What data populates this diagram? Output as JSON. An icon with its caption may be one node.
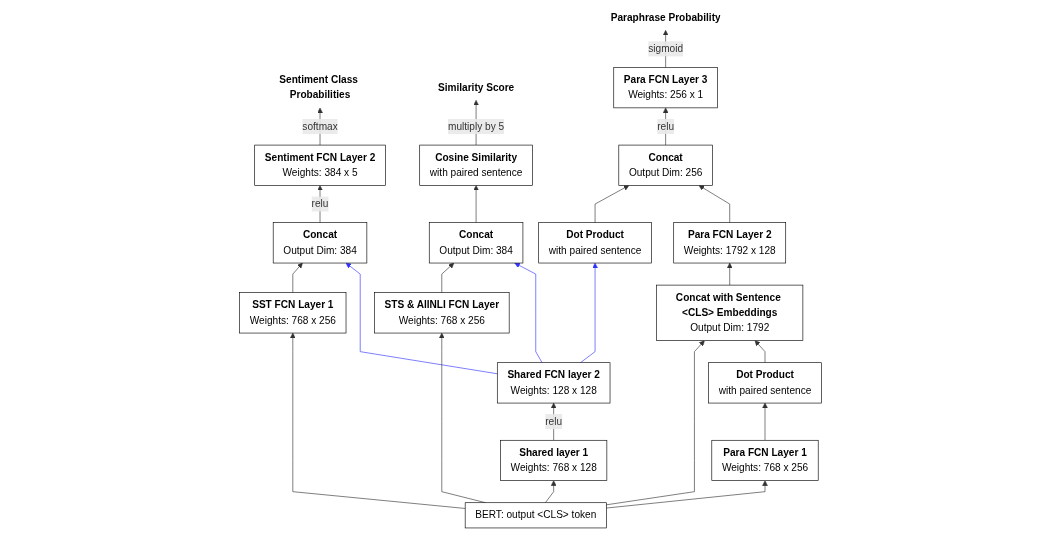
{
  "diagram": {
    "nodes": [
      {
        "text": [
          "Sentiment Class Probabilities"
        ]
      },
      {
        "text": [
          "Paraphrase Probability"
        ]
      },
      {
        "text": [
          "Similarity Score"
        ]
      },
      {
        "text": [
          "Para FCN Layer 3",
          "Weights: 256 x 1"
        ]
      },
      {
        "text": [
          "Sentiment FCN Layer 2",
          "Weights: 384 x 5"
        ]
      },
      {
        "text": [
          "Cosine Similarity",
          "with paired sentence"
        ]
      },
      {
        "text": [
          "Concat",
          "Output Dim: 256"
        ]
      },
      {
        "text": [
          "Para FCN Layer 2",
          "Weights: 1792 x 128"
        ]
      },
      {
        "text": [
          "Concat",
          "Output Dim: 384"
        ]
      },
      {
        "text": [
          "Concat",
          "Output Dim: 384"
        ]
      },
      {
        "text": [
          "Dot Product",
          "with paired sentence"
        ]
      },
      {
        "text": [
          "Concat with Sentence <CLS> Embeddings",
          "Output Dim: 1792"
        ]
      },
      {
        "text": [
          "Shared FCN layer 2",
          "Weights: 128 x 128"
        ]
      },
      {
        "text": [
          "SST FCN Layer 1",
          "Weights: 768 x 256"
        ]
      },
      {
        "text": [
          "STS & AllNLI FCN Layer",
          "Weights: 768 x 256"
        ]
      },
      {
        "text": [
          "Dot Product",
          "with paired sentence"
        ]
      },
      {
        "text": [
          "Shared layer 1",
          "Weights: 768 x 128"
        ]
      },
      {
        "text": [
          "Para FCN Layer 1",
          "Weights: 768 x 256"
        ]
      },
      {
        "text": [
          "BERT: output <CLS> token"
        ]
      }
    ],
    "edges": [
      {
        "from": 18,
        "to": 16,
        "arrow": "to"
      },
      {
        "from": 16,
        "to": 12,
        "arrow": "to",
        "label": "relu"
      },
      {
        "from": 12,
        "to": 8,
        "arrow": "to",
        "color": "#3333ff"
      },
      {
        "from": 12,
        "to": 9,
        "arrow": "to",
        "color": "#3333ff"
      },
      {
        "from": 12,
        "to": 10,
        "arrow": "to",
        "color": "#3333ff"
      },
      {
        "from": 18,
        "to": 13,
        "arrow": "to"
      },
      {
        "from": 13,
        "to": 8,
        "arrow": "to"
      },
      {
        "from": 18,
        "to": 14,
        "arrow": "to"
      },
      {
        "from": 14,
        "to": 9,
        "arrow": "to"
      },
      {
        "from": 18,
        "to": 17,
        "arrow": "to"
      },
      {
        "from": 17,
        "to": 15,
        "arrow": "to"
      },
      {
        "from": 15,
        "to": 11,
        "arrow": "to"
      },
      {
        "from": 18,
        "to": 11,
        "arrow": "to"
      },
      {
        "from": 11,
        "to": 7,
        "arrow": "to"
      },
      {
        "from": 7,
        "to": 6,
        "arrow": "to"
      },
      {
        "from": 10,
        "to": 6,
        "arrow": "to"
      },
      {
        "from": 6,
        "to": 3,
        "arrow": "to",
        "label": "relu"
      },
      {
        "from": 3,
        "to": 1,
        "arrow": "to",
        "label": "sigmoid"
      },
      {
        "from": 8,
        "to": 4,
        "arrow": "to",
        "label": "relu"
      },
      {
        "from": 4,
        "to": 0,
        "arrow": "to",
        "label": "softmax"
      },
      {
        "from": 9,
        "to": 5,
        "arrow": "to"
      },
      {
        "from": 5,
        "to": 2,
        "arrow": "to",
        "label": "multiply by 5"
      }
    ]
  }
}
